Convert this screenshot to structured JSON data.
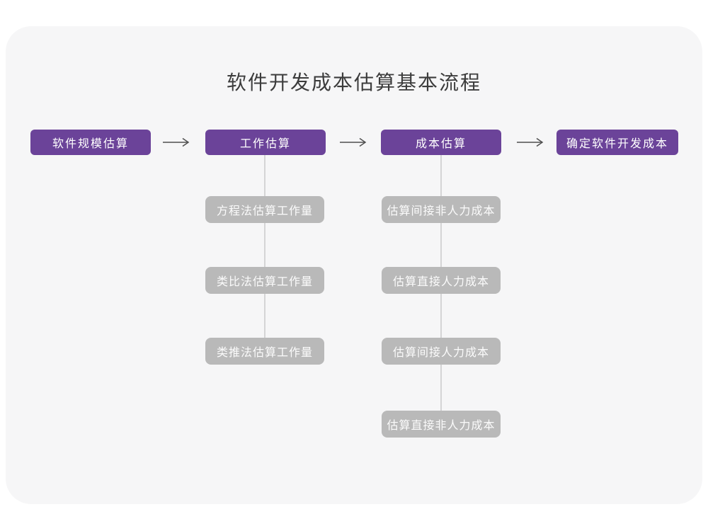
{
  "title": "软件开发成本估算基本流程",
  "colors": {
    "page_background": "#ffffff",
    "card_background": "#f6f6f7",
    "step_box": "#6b4399",
    "step_text": "#ffffff",
    "sub_box": "#b9b9b9",
    "sub_text": "#fbfbfb",
    "connector": "#d5d5d6",
    "arrow": "#4f4f4f",
    "title_text": "#3c3c3c"
  },
  "flow": {
    "steps": [
      {
        "label": "软件规模估算"
      },
      {
        "label": "工作估算"
      },
      {
        "label": "成本估算"
      },
      {
        "label": "确定软件开发成本"
      }
    ]
  },
  "sub_columns": {
    "work": {
      "items": [
        {
          "label": "方程法估算工作量"
        },
        {
          "label": "类比法估算工作量"
        },
        {
          "label": "类推法估算工作量"
        }
      ]
    },
    "cost": {
      "items": [
        {
          "label": "估算间接非人力成本"
        },
        {
          "label": "估算直接人力成本"
        },
        {
          "label": "估算间接人力成本"
        },
        {
          "label": "估算直接非人力成本"
        }
      ]
    }
  }
}
